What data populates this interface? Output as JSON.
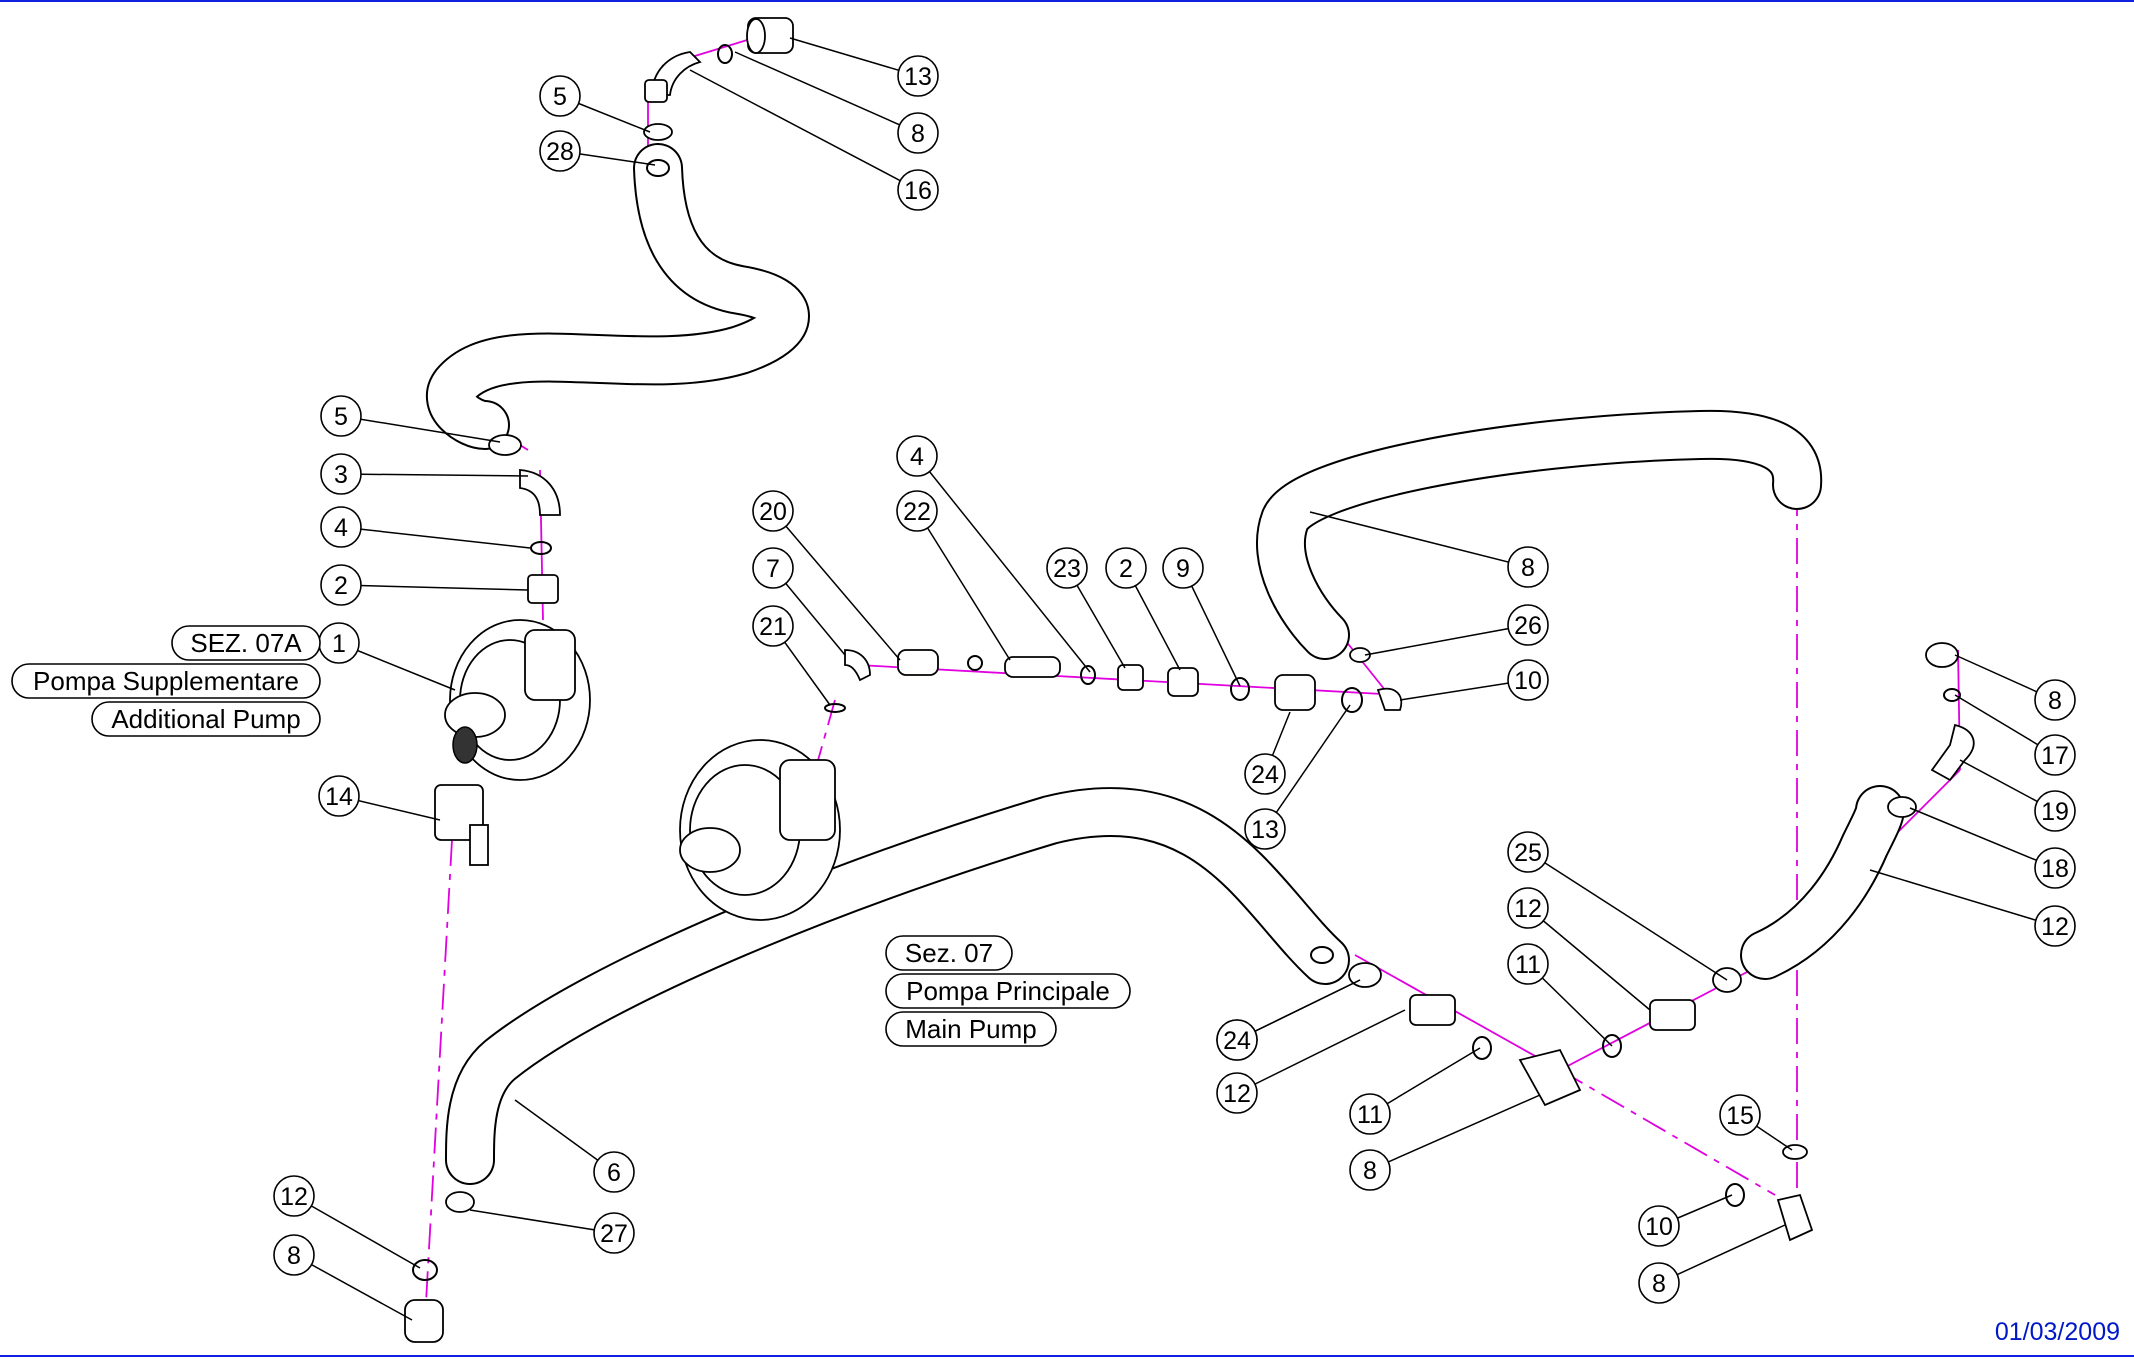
{
  "date": "01/03/2009",
  "labels": {
    "sez07a": "SEZ. 07A",
    "pompa_supplementare": "Pompa Supplementare",
    "additional_pump": "Additional Pump",
    "sez07": "Sez. 07",
    "pompa_principale": "Pompa Principale",
    "main_pump": "Main Pump"
  },
  "callouts": [
    "13",
    "8",
    "16",
    "5",
    "28",
    "5",
    "3",
    "4",
    "2",
    "1",
    "14",
    "20",
    "22",
    "4",
    "7",
    "21",
    "23",
    "2",
    "9",
    "8",
    "26",
    "10",
    "24",
    "13",
    "8",
    "17",
    "19",
    "18",
    "12",
    "25",
    "12",
    "11",
    "8",
    "12",
    "11",
    "8",
    "6",
    "27",
    "12",
    "8",
    "15",
    "10",
    "8",
    "24"
  ]
}
